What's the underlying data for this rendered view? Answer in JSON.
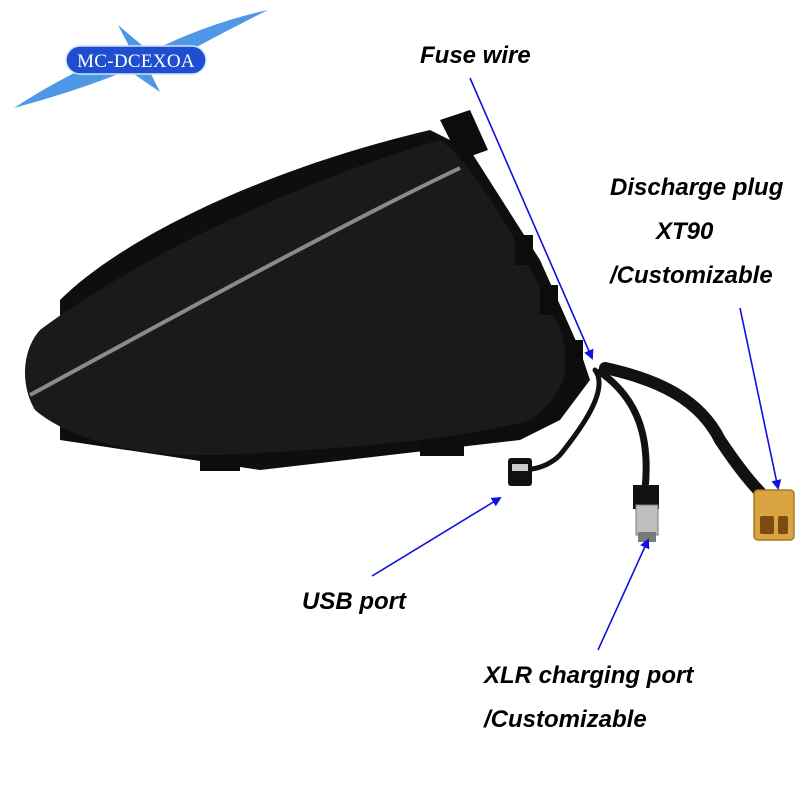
{
  "logo": {
    "brand_text": "MC-DCEXOA",
    "color": "#2f86e0"
  },
  "labels": {
    "fuse_wire": "Fuse wire",
    "discharge_plug": "Discharge plug",
    "xt90": "XT90",
    "discharge_customizable": "/Customizable",
    "usb_port": "USB port",
    "xlr_port": "XLR charging port",
    "xlr_customizable": "/Customizable"
  },
  "colors": {
    "arrow": "#1010e0",
    "bag": "#151515",
    "reflective_stripe": "#8a8a8a",
    "connector": "#d9a441"
  }
}
